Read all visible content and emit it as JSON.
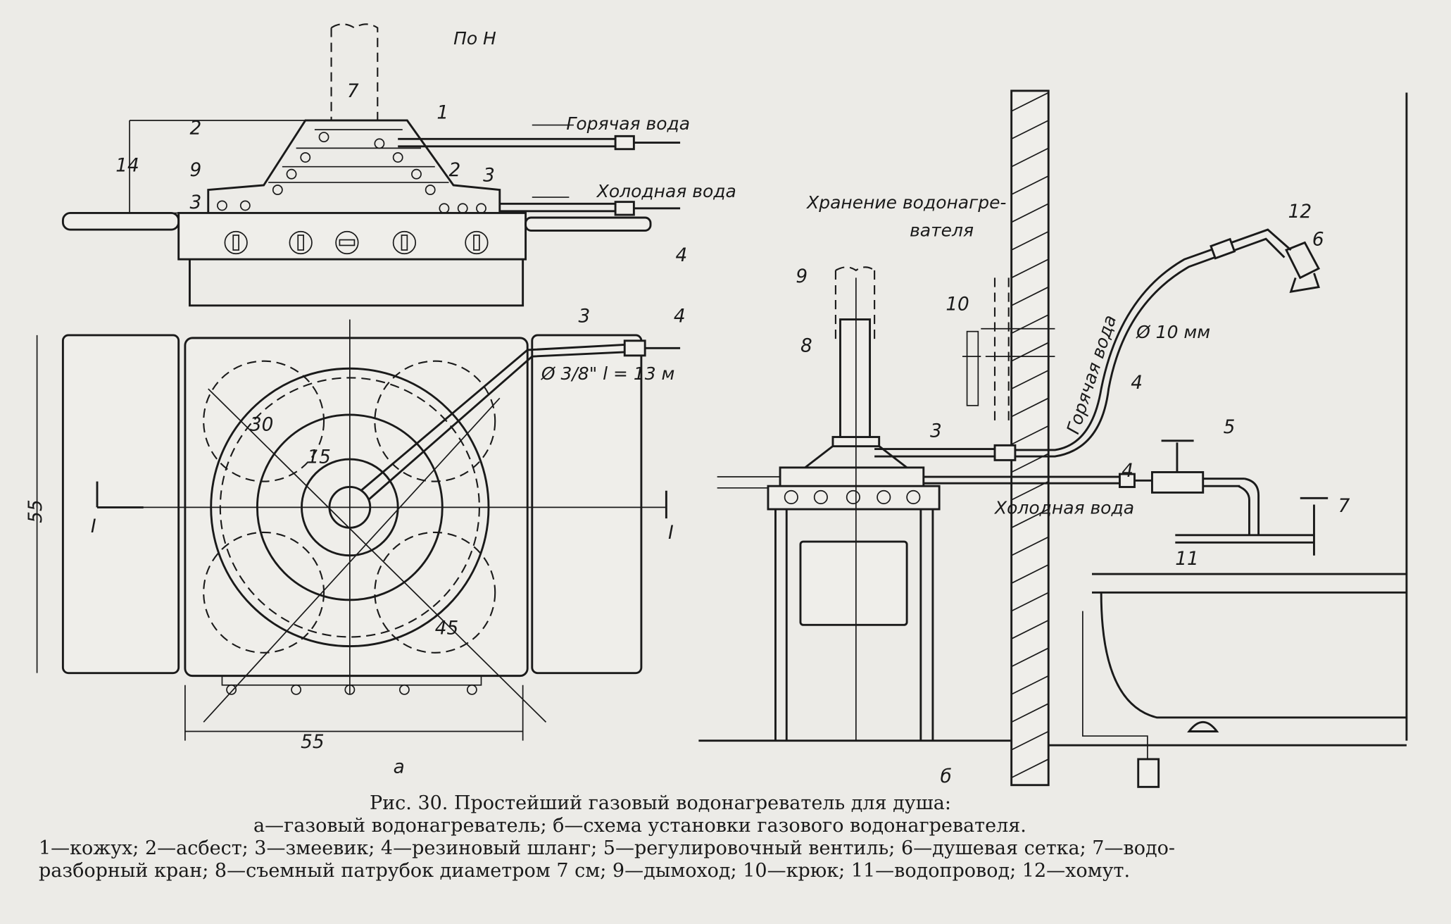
{
  "handwritten_note": "По Н",
  "part_a": {
    "hot_water": "Горячая вода",
    "cold_water": "Холодная вода",
    "dim_7": "7",
    "dim_2": "2",
    "dim_9": "9",
    "dim_3": "3",
    "dim_14": "14",
    "label_1": "1",
    "label_2": "2",
    "label_3_top": "3",
    "label_4_top": "4",
    "label_3_plan": "3",
    "label_4_plan": "4",
    "pipe_spec": "Ø 3/8\" l = 13 м",
    "dim_30": "30",
    "dim_15": "15",
    "dim_45": "45",
    "dim_55_side": "55",
    "dim_55_bottom": "55",
    "section_left": "I",
    "section_right": "I",
    "letter": "а"
  },
  "part_b": {
    "storage_line1": "Хранение водонагре-",
    "storage_line2": "вателя",
    "label_9": "9",
    "label_8": "8",
    "label_10": "10",
    "label_3": "3",
    "hot_water": "Горячая вода",
    "hose_diameter": "Ø 10 мм",
    "label_4_hose": "4",
    "label_12": "12",
    "label_6": "6",
    "label_5": "5",
    "label_4_cold": "4",
    "cold_water": "Холодная вода",
    "label_7": "7",
    "label_11": "11",
    "letter": "б"
  },
  "caption": {
    "title": "Рис. 30. Простейший газовый водонагреватель для душа:",
    "line2": "а—газовый водонагреватель; б—схема установки газового водонагревателя.",
    "line3": "1—кожух; 2—асбест; 3—змеевик; 4—резиновый шланг; 5—регулировочный вентиль; 6—душевая сетка; 7—водо-",
    "line4": "разборный кран; 8—съемный патрубок диаметром 7 см; 9—дымоход; 10—крюк; 11—водопровод; 12—хомут."
  }
}
